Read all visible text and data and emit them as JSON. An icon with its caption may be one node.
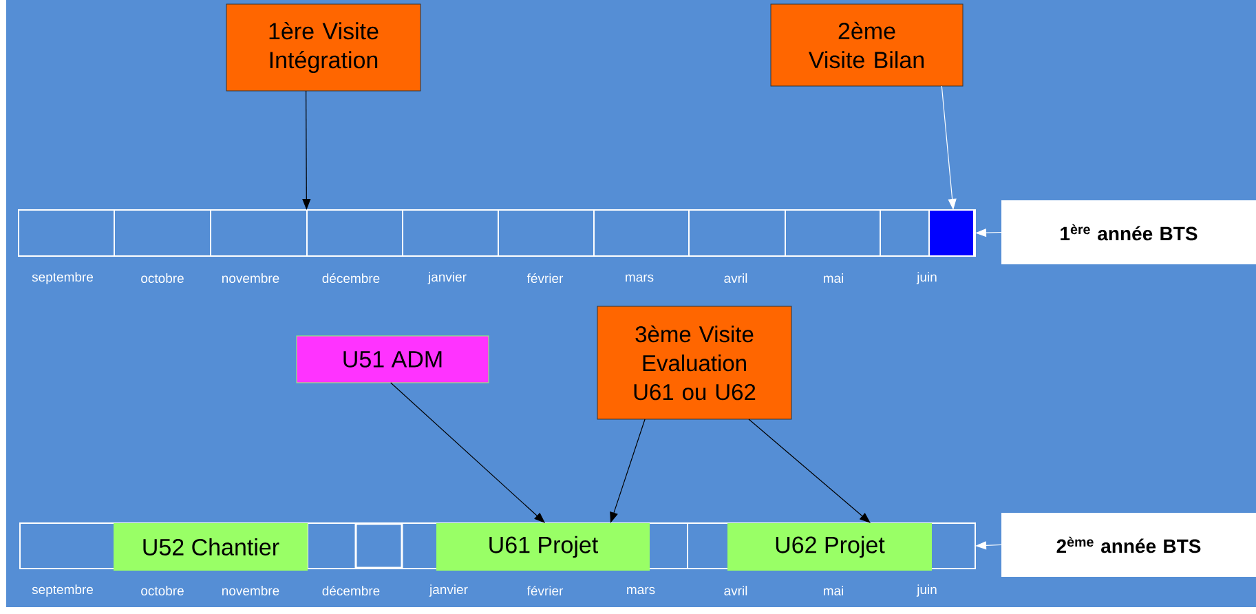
{
  "diagram": {
    "nodes": [
      {
        "text": [
          "1ère Visite Intégration"
        ]
      },
      {
        "text": [
          "2ème Visite Bilan"
        ]
      },
      {
        "text": [],
        "shape": "bar"
      },
      {
        "text": [],
        "shape": "box",
        "in": 2
      },
      {
        "text": [
          "1$^{ère}$ année BTS"
        ]
      },
      {
        "text": [
          "U51 ADM"
        ]
      },
      {
        "text": [
          "3ème Visite Evaluation U61 ou U62"
        ]
      },
      {
        "text": [],
        "shape": "bar"
      },
      {
        "text": [
          "U52 Chantier"
        ],
        "in": 7
      },
      {
        "text": [
          "U61 Projet"
        ],
        "in": 7
      },
      {
        "text": [
          "U62 Projet"
        ],
        "in": 7
      },
      {
        "text": [
          "2$^{ème}$ année BTS"
        ]
      }
    ],
    "edges": [
      {
        "from": 0,
        "to": 2,
        "arrow": "to"
      },
      {
        "from": 1,
        "to": 3,
        "arrow": "to",
        "color": "#ffffff"
      },
      {
        "from": 4,
        "to": 2,
        "arrow": "to",
        "color": "#ffffff"
      },
      {
        "from": 5,
        "to": 9,
        "arrow": "to"
      },
      {
        "from": 6,
        "to": 9,
        "arrow": "to"
      },
      {
        "from": 6,
        "to": 10,
        "arrow": "to"
      },
      {
        "from": 11,
        "to": 7,
        "arrow": "to",
        "color": "#ffffff"
      }
    ],
    "labels": [
      "septembre",
      "octobre",
      "novembre",
      "décembre",
      "janvier",
      "février",
      "mars",
      "avril",
      "mai",
      "juin",
      "septembre",
      "octobre",
      "novembre",
      "décembre",
      "janvier",
      "février",
      "mars",
      "avril",
      "mai",
      "juin"
    ]
  }
}
